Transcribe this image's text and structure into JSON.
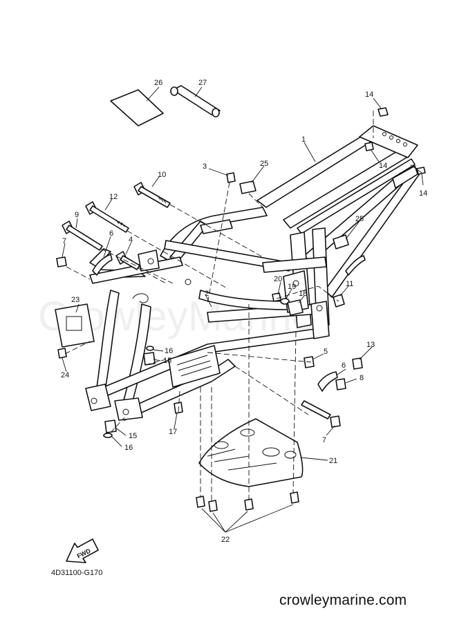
{
  "watermark": "CrowleyMarine",
  "diagram_code": "4D31100-G170",
  "site": "crowleymarine.com",
  "fwd_label": "FWD",
  "callouts": {
    "c1": "1",
    "c2": "2",
    "c3": "3",
    "c4": "4",
    "c5": "5",
    "c6a": "6",
    "c6b": "6",
    "c7a": "7",
    "c7b": "7",
    "c8": "8",
    "c9": "9",
    "c10": "10",
    "c11": "11",
    "c12": "12",
    "c13": "13",
    "c14a": "14",
    "c14b": "14",
    "c14c": "14",
    "c15a": "15",
    "c15b": "15",
    "c16a": "16",
    "c16b": "16",
    "c17": "17",
    "c18": "18",
    "c19": "19",
    "c20": "20",
    "c21": "21",
    "c22": "22",
    "c23": "23",
    "c24": "24",
    "c25a": "25",
    "c25b": "25",
    "c26": "26",
    "c27": "27"
  }
}
